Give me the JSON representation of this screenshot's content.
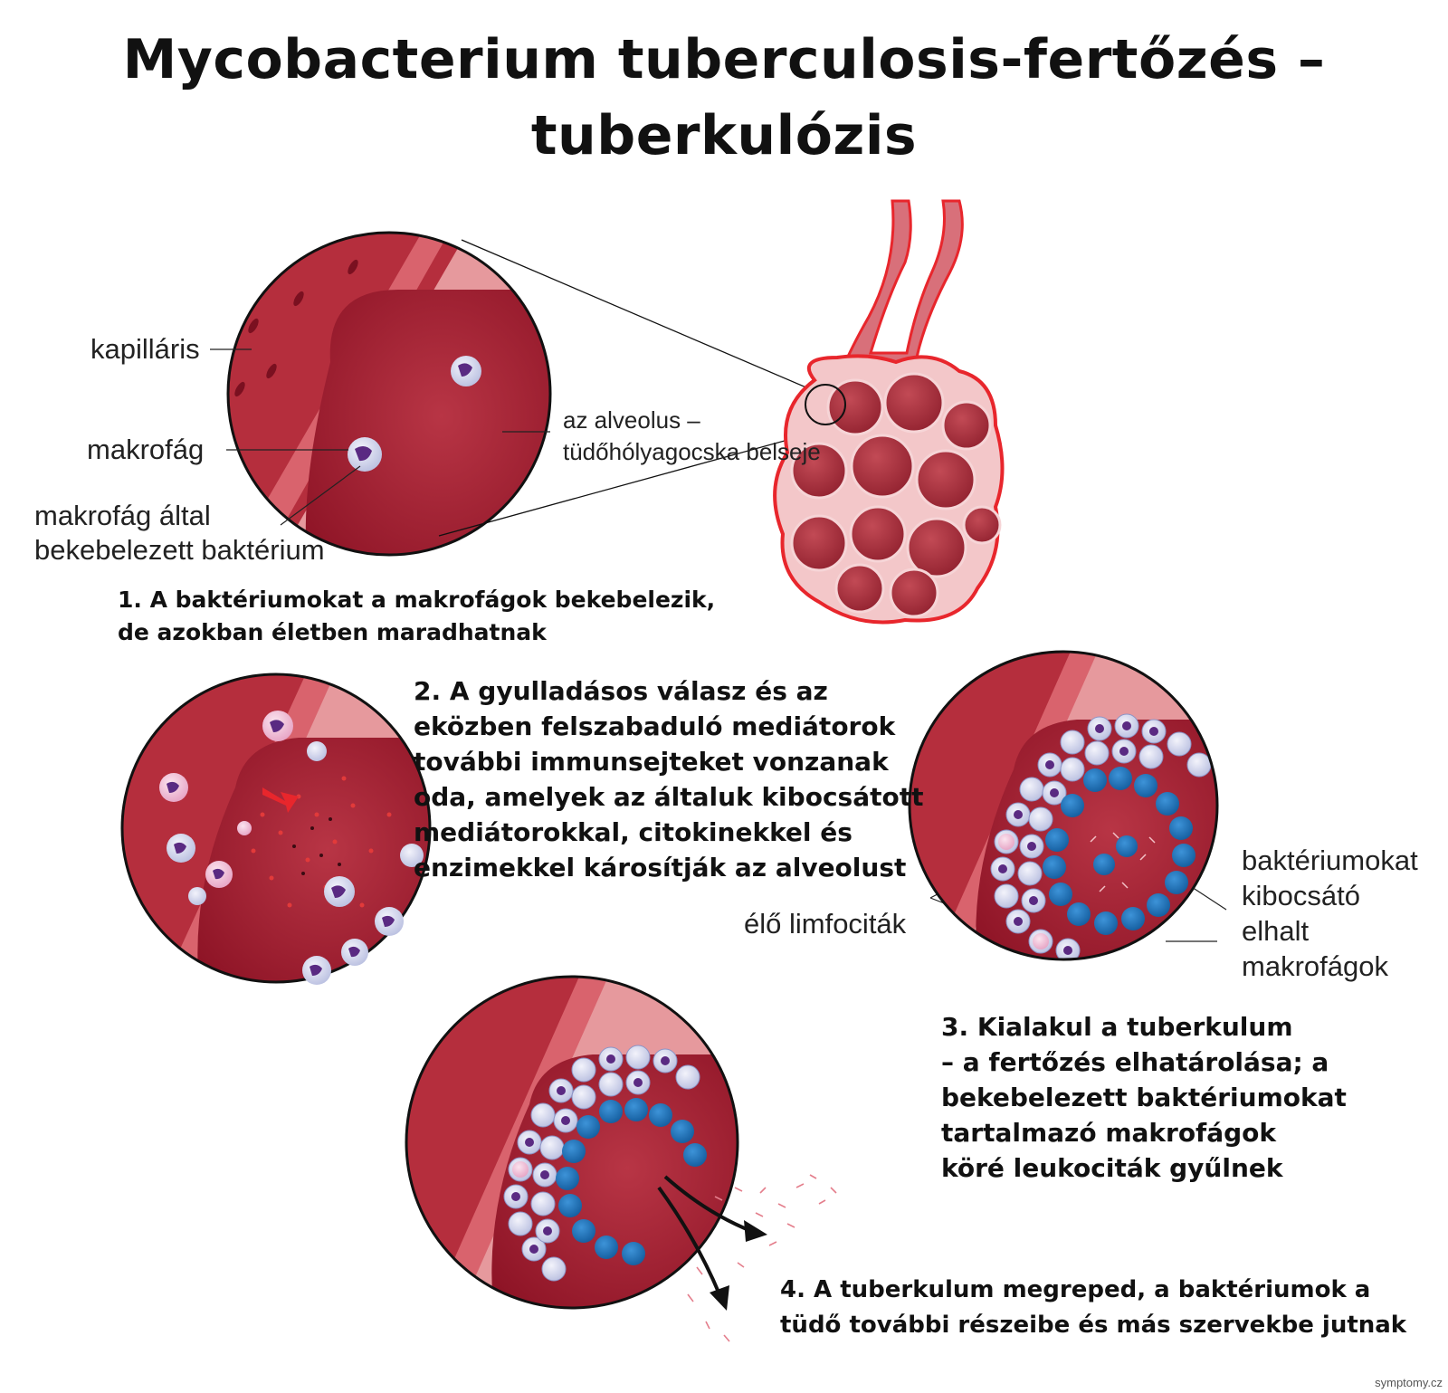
{
  "title": {
    "line1": "Mycobacterium tuberculosis-fertőzés –",
    "line2": "tuberkulózis"
  },
  "labels": {
    "kapillaris": "kapilláris",
    "makrofag": "makrofág",
    "makrofag_altal_1": "makrofág által",
    "makrofag_altal_2": "bekebelezett baktérium",
    "alveolus_1": "az alveolus –",
    "alveolus_2": "tüdőhólyagocska belseje",
    "elo_limfocitak": "élő limfociták",
    "elhalt_1": "baktériumokat",
    "elhalt_2": "kibocsátó",
    "elhalt_3": "elhalt",
    "elhalt_4": "makrofágok"
  },
  "steps": {
    "step1": [
      "1. A baktériumokat a makrofágok bekebelezik,",
      "de azokban életben maradhatnak"
    ],
    "step2": [
      "2. A gyulladásos válasz és az",
      "eközben felszabaduló mediátorok",
      "további immunsejteket vonzanak",
      "oda, amelyek az általuk kibocsátott",
      "mediátorokkal, citokinekkel és",
      "enzimekkel károsítják az alveolust"
    ],
    "step3": [
      "3. Kialakul a tuberkulum",
      "– a fertőzés elhatárolása; a",
      "bekebelezett baktériumokat",
      "tartalmazó makrofágok",
      "köré leukociták gyűlnek"
    ],
    "step4": [
      "4. A tuberkulum megreped, a baktériumok a",
      "tüdő további részeibe és más szervekbe jutnak"
    ]
  },
  "watermark": "symptomy.cz",
  "colors": {
    "tissue_dark": "#9b1b2a",
    "tissue_mid": "#c9414f",
    "tissue_light": "#e9a3a6",
    "vessel_red": "#e8262c",
    "macrophage_purple": "#5a2a82",
    "cell_pale": "#d9dcf0",
    "dead_macrophage_blue": "#1f6fb8",
    "lymph_pink": "#f2bcd6"
  }
}
